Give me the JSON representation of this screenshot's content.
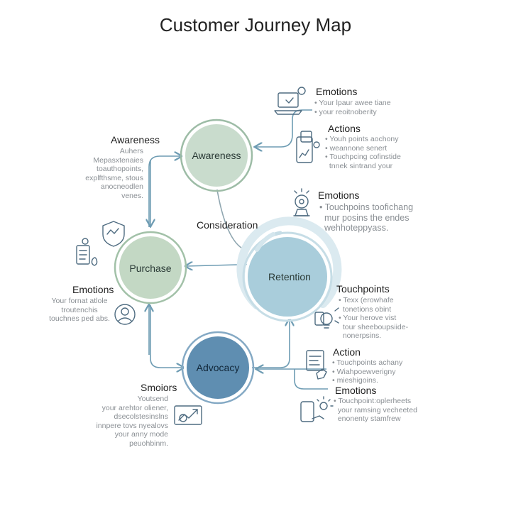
{
  "title": "Customer Journey Map",
  "stages": {
    "awareness": "Awareness",
    "purchase": "Purchase",
    "retention": "Retention",
    "advocacy": "Advocacy",
    "consideration": "Consideration"
  },
  "left_notes": {
    "awareness": {
      "heading": "Awareness",
      "lines": [
        "Auhers",
        "Mepasxtenaies",
        "toauthopoints,",
        "explfthsme, stous",
        "anocneodlen",
        "venes."
      ]
    },
    "emotions": {
      "heading": "Emotions",
      "lines": [
        "Your fornat atlole",
        "troutenchis",
        "touchnes ped abs."
      ]
    },
    "smoiors": {
      "heading": "Smoiors",
      "lines": [
        "Youtsend",
        "your arehtor oliener,",
        "dsecolstesinslns",
        "innpere tovs nyealovs",
        "your anny mode",
        "peuohbinm."
      ]
    }
  },
  "right_notes": {
    "emotions_top": {
      "heading": "Emotions",
      "bullets": [
        "Your lpaur awee tiane",
        "your reoitnoberity"
      ]
    },
    "actions": {
      "heading": "Actions",
      "bullets": [
        "Youh points aochony",
        "weannone senert",
        "Touchpcing cofinstide"
      ],
      "extra": "tnnek sintrand your"
    },
    "emotions_mid": {
      "heading": "Emotions",
      "bullets": [
        "Touchpoins toofichang"
      ],
      "lines": [
        "mur posins the endes",
        "wehhoteppyass."
      ]
    },
    "touchpoints": {
      "heading": "Touchpoints",
      "bullets": [
        "Texx (erowhafe",
        "tonetions obint",
        "Your herove vist"
      ],
      "lines": [
        "tour sheeboupsiide-",
        "nonerpsins."
      ]
    },
    "action": {
      "heading": "Action",
      "bullets": [
        "Touchpoints achany",
        "Wiahpoewverigny",
        "mieshigoins."
      ]
    },
    "emotions_bottom": {
      "heading": "Emotions",
      "bullets": [
        "Touchpoint:oplerheets"
      ],
      "lines": [
        "your ramsing vecheeted",
        "enonenty stamfrew"
      ]
    }
  },
  "colors": {
    "awareness_fill": "#c9dccd",
    "awareness_stroke": "#9dbca6",
    "purchase_fill": "#c3d8c4",
    "retention_fill": "#a9cddb",
    "advocacy_fill": "#5f8eb1",
    "arrow": "#6e9cb3"
  },
  "icons": [
    "laptop-icon",
    "tablet-chart-icon",
    "hand-lamp-icon",
    "lightbulb-icon",
    "document-hand-icon",
    "phone-sun-icon",
    "chart-icon",
    "face-icon",
    "shield-icon",
    "checklist-icon"
  ]
}
